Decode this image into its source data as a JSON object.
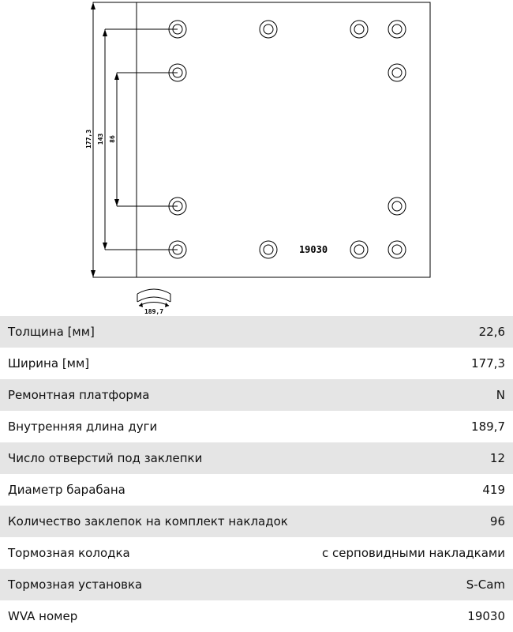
{
  "drawing": {
    "part_number": "19030",
    "dim_width": "177,3",
    "dim_outer": "143",
    "dim_inner": "86",
    "dim_arc": "189,7"
  },
  "specs": [
    {
      "label": "Толщина [мм]",
      "value": "22,6"
    },
    {
      "label": "Ширина [мм]",
      "value": "177,3"
    },
    {
      "label": "Ремонтная платформа",
      "value": "N"
    },
    {
      "label": "Внутренняя длина дуги",
      "value": "189,7"
    },
    {
      "label": "Число отверстий под заклепки",
      "value": "12"
    },
    {
      "label": "Диаметр барабана",
      "value": "419"
    },
    {
      "label": "Количество заклепок на комплект накладок",
      "value": "96"
    },
    {
      "label": "Тормозная колодка",
      "value": "с серповидными накладками"
    },
    {
      "label": "Тормозная установка",
      "value": "S-Cam"
    },
    {
      "label": "WVA номер",
      "value": "19030"
    }
  ]
}
